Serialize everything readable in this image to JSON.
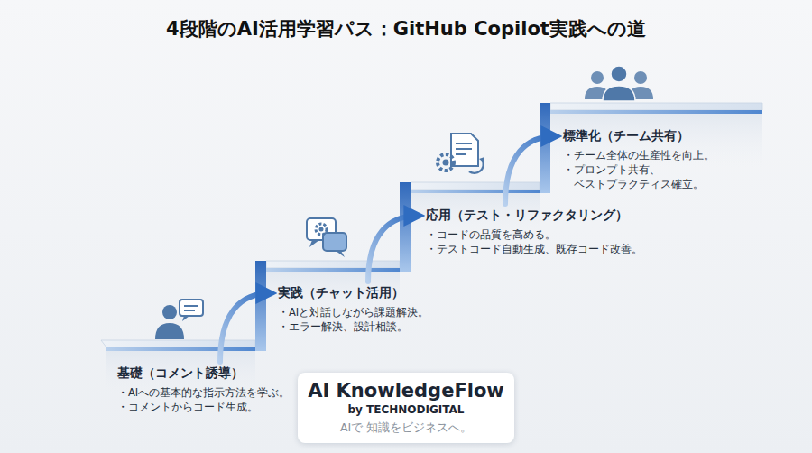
{
  "diagram": {
    "title": "4段階のAI活用学習パス：GitHub Copilot実践への道",
    "nodes": [
      {
        "text": [
          "基礎（コメント誘導）",
          "・AIへの基本的な指示方法を学ぶ。",
          "・コメントからコード生成。"
        ]
      },
      {
        "text": [
          "実践（チャット活用）",
          "・AIと対話しながら課題解決。",
          "・エラー解決、設計相談。"
        ]
      },
      {
        "text": [
          "応用（テスト・リファクタリング）",
          "・コードの品質を高める。",
          "・テストコード自動生成、既存コード改善。"
        ]
      },
      {
        "text": [
          "標準化（チーム共有）",
          "・チーム全体の生産性を向上。",
          "・プロンプト共有、 ベストプラクティス確立。"
        ]
      },
      {
        "text": [
          "AI KnowledgeFlow",
          "by TECHNODIGITAL",
          "AIで 知識をビジネスへ。"
        ]
      }
    ],
    "edges": [
      {
        "from": 0,
        "to": 1,
        "arrow": "to"
      },
      {
        "from": 1,
        "to": 2,
        "arrow": "to"
      },
      {
        "from": 2,
        "to": 3,
        "arrow": "to"
      }
    ]
  }
}
